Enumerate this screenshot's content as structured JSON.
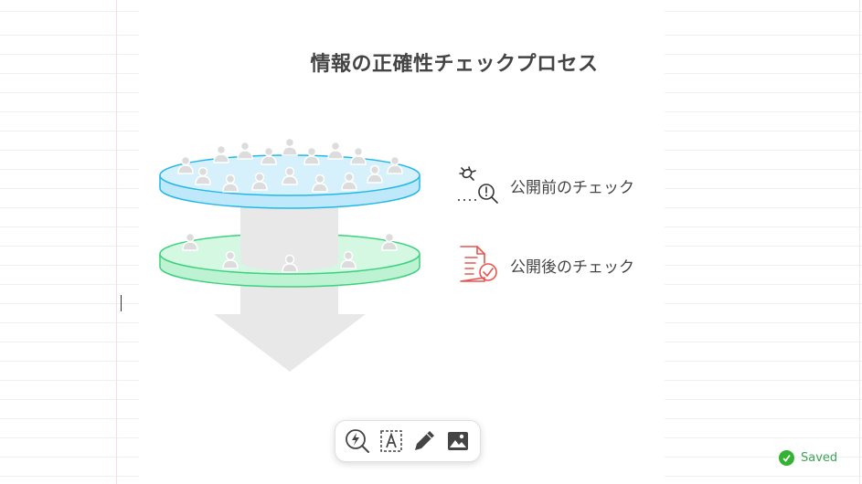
{
  "page": {
    "title": "情報の正確性チェックプロセス"
  },
  "diagram": {
    "steps": [
      {
        "label": "公開前のチェック",
        "icon": "bug-search-icon",
        "color": "#1ea7e0"
      },
      {
        "label": "公開後のチェック",
        "icon": "document-check-icon",
        "color": "#e8554e"
      }
    ],
    "funnel_color": "#e8e8e8",
    "layer_colors": {
      "top_fill": "#d7f1fc",
      "top_stroke": "#22b8e8",
      "bottom_fill": "#d4f8e2",
      "bottom_stroke": "#3bd17d"
    }
  },
  "toolbar": {
    "tools": [
      {
        "name": "ai-generate-icon"
      },
      {
        "name": "text-box-icon"
      },
      {
        "name": "pen-icon"
      },
      {
        "name": "image-icon"
      }
    ]
  },
  "status": {
    "saved_label": "Saved",
    "color": "#34b233"
  }
}
